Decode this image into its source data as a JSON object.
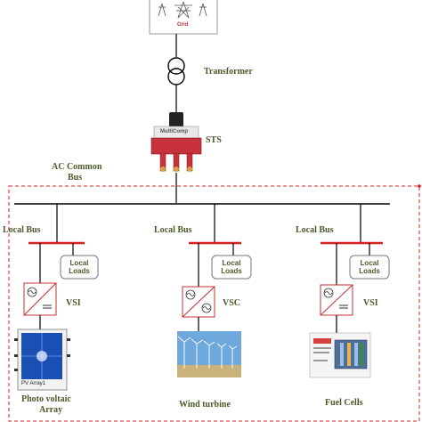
{
  "grid": {
    "label": "Grid"
  },
  "transformer": {
    "label": "Transformer"
  },
  "sts": {
    "label": "STS",
    "device_text": "MultiComp"
  },
  "ac_bus": {
    "label_line1": "AC Common",
    "label_line2": "Bus"
  },
  "branches": [
    {
      "bus_label": "Local Bus",
      "loads_line1": "Local",
      "loads_line2": "Loads",
      "converter": "VSI",
      "source": "Photo voltaic",
      "source_line2": "Array",
      "device_caption": "PV Array1"
    },
    {
      "bus_label": "Local Bus",
      "loads_line1": "Local",
      "loads_line2": "Loads",
      "converter": "VSC",
      "source": "Wind turbine",
      "source_line2": ""
    },
    {
      "bus_label": "Local Bus",
      "loads_line1": "Local",
      "loads_line2": "Loads",
      "converter": "VSI",
      "source": "Fuel Cells",
      "source_line2": ""
    }
  ],
  "colors": {
    "label": "#4a5a2a",
    "bus_red": "#d62020",
    "dashed_border": "#d62020",
    "line": "#000000"
  }
}
